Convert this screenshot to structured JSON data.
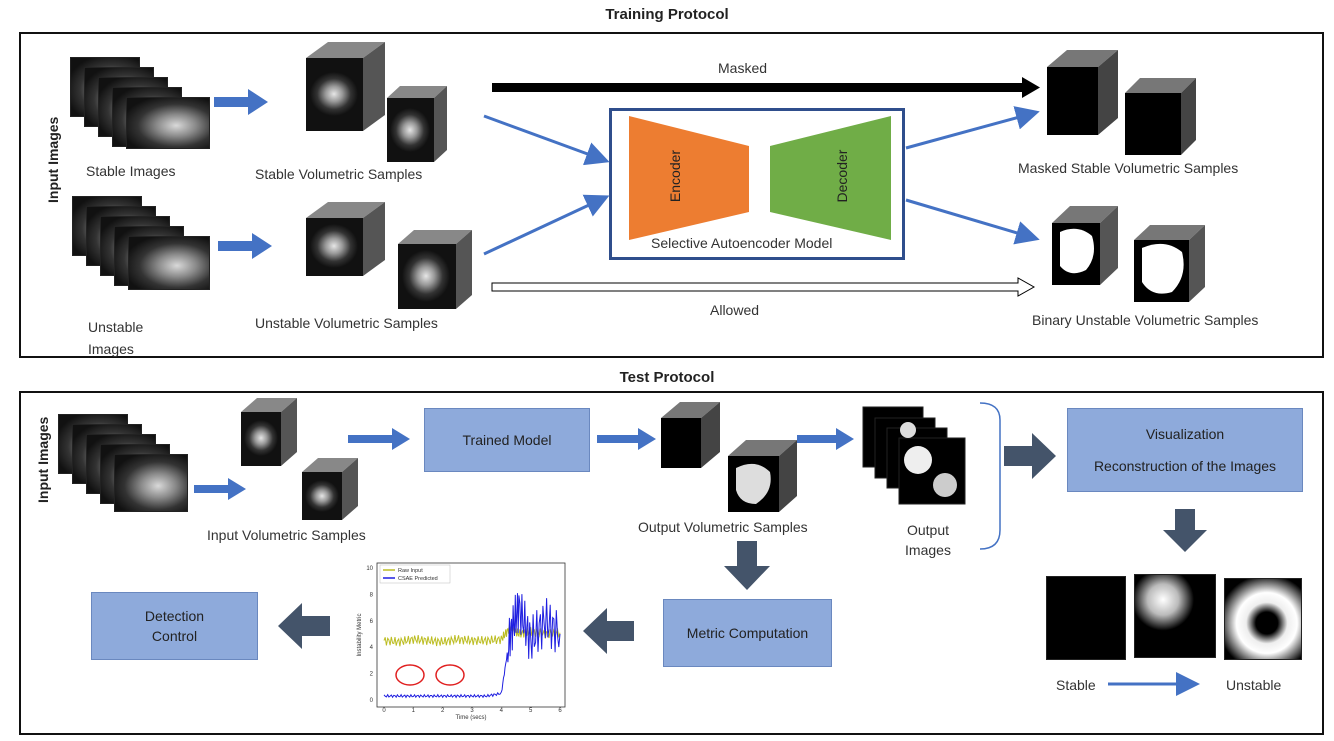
{
  "training": {
    "title": "Training Protocol",
    "side_label": "Input Images",
    "stable_images": "Stable Images",
    "stable_vol": "Stable Volumetric Samples",
    "unstable_images": "Unstable Images",
    "unstable_vol": "Unstable Volumetric Samples",
    "masked": "Masked",
    "allowed": "Allowed",
    "encoder": "Encoder",
    "decoder": "Decoder",
    "model": "Selective Autoencoder Model",
    "masked_out": "Masked Stable Volumetric Samples",
    "binary_out": "Binary Unstable Volumetric Samples"
  },
  "test": {
    "title": "Test Protocol",
    "side_label": "Input Images",
    "input_vol": "Input Volumetric Samples",
    "trained_model": "Trained Model",
    "output_vol": "Output Volumetric Samples",
    "output_images": "Output Images",
    "visualization": "Visualization",
    "reconstruction": "Reconstruction of the Images",
    "metric": "Metric Computation",
    "detection": "Detection Control",
    "stable": "Stable",
    "unstable": "Unstable"
  },
  "colors": {
    "arrow_blue": "#4472c4",
    "arrow_dark": "#44546a",
    "encoder": "#ed7d31",
    "decoder": "#70ad47",
    "box_fill": "#8eaadb",
    "model_border": "#2f4e8c"
  },
  "chart_data": {
    "type": "line",
    "legend": [
      "Raw Input",
      "CSAE Predicted"
    ],
    "xlabel": "Time (secs)",
    "ylabel": "Instability Metric",
    "xlim": [
      0,
      6
    ],
    "ylim": [
      0,
      10
    ],
    "xticks": [
      "0",
      "1",
      "2",
      "3",
      "4",
      "5",
      "6"
    ],
    "yticks": [
      "0",
      "2",
      "4",
      "6",
      "8",
      "10"
    ],
    "series": [
      {
        "name": "Raw Input",
        "color": "#bcbd22",
        "x": [
          0,
          0.5,
          1,
          1.5,
          2,
          2.5,
          3,
          3.5,
          4,
          4.3,
          4.6,
          5,
          5.5,
          6
        ],
        "y": [
          4.5,
          4.4,
          4.6,
          4.5,
          4.4,
          4.6,
          4.5,
          4.5,
          4.6,
          5.5,
          5.0,
          5.2,
          5.0,
          5.1
        ]
      },
      {
        "name": "CSAE Predicted",
        "color": "#1f1fe0",
        "x": [
          0,
          0.5,
          1,
          1.5,
          2,
          2.5,
          3,
          3.5,
          4,
          4.3,
          4.6,
          5,
          5.5,
          6
        ],
        "y": [
          0.3,
          0.3,
          0.3,
          0.3,
          0.3,
          0.3,
          0.3,
          0.3,
          0.5,
          5.0,
          7.0,
          4.5,
          6.0,
          5.0
        ]
      }
    ]
  }
}
